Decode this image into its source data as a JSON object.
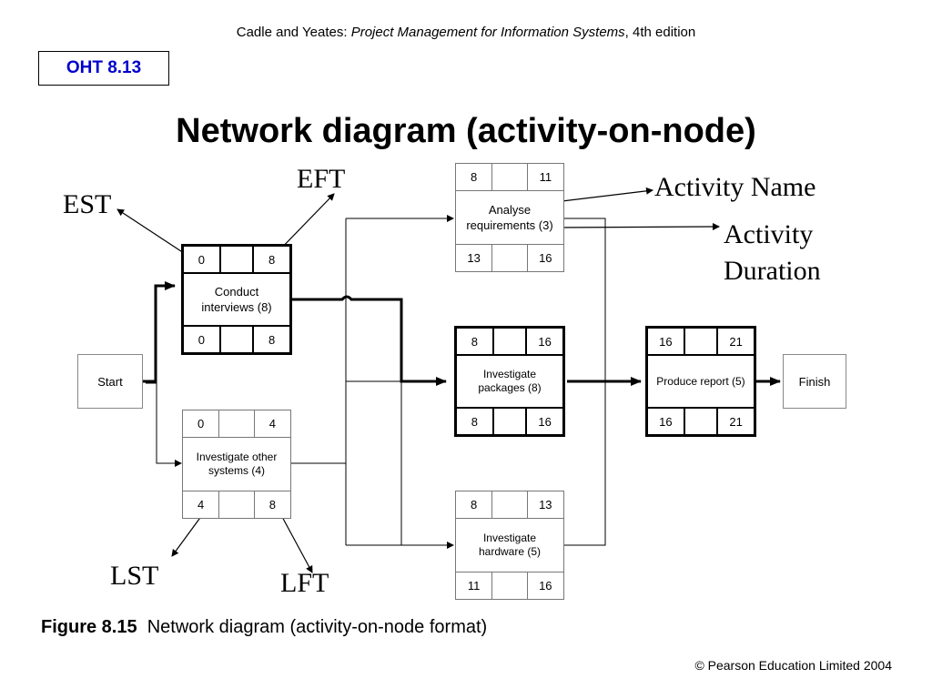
{
  "header": {
    "authors": "Cadle and Yeates: ",
    "book_title": "Project Management for Information Systems",
    "edition": ", 4th edition"
  },
  "oht_label": "OHT 8.13",
  "title": "Network diagram (activity-on-node)",
  "nodes": {
    "start": {
      "label": "Start"
    },
    "finish": {
      "label": "Finish"
    },
    "conduct_interviews": {
      "est": "0",
      "eft": "8",
      "name": "Conduct interviews (8)",
      "lst": "0",
      "lft": "8"
    },
    "investigate_other_systems": {
      "est": "0",
      "eft": "4",
      "name": "Investigate other systems (4)",
      "lst": "4",
      "lft": "8"
    },
    "analyse_requirements": {
      "est": "8",
      "eft": "11",
      "name": "Analyse requirements (3)",
      "lst": "13",
      "lft": "16"
    },
    "investigate_packages": {
      "est": "8",
      "eft": "16",
      "name": "Investigate packages (8)",
      "lst": "8",
      "lft": "16"
    },
    "investigate_hardware": {
      "est": "8",
      "eft": "13",
      "name": "Investigate hardware (5)",
      "lst": "11",
      "lft": "16"
    },
    "produce_report": {
      "est": "16",
      "eft": "21",
      "name": "Produce report (5)",
      "lst": "16",
      "lft": "21"
    }
  },
  "legend": {
    "est": "EST",
    "eft": "EFT",
    "lst": "LST",
    "lft": "LFT",
    "activity_name": "Activity Name",
    "activity_duration_line1": "Activity",
    "activity_duration_line2": "Duration"
  },
  "caption": {
    "label": "Figure 8.15",
    "text": "Network diagram (activity-on-node format)"
  },
  "copyright": "© Pearson Education Limited 2004"
}
